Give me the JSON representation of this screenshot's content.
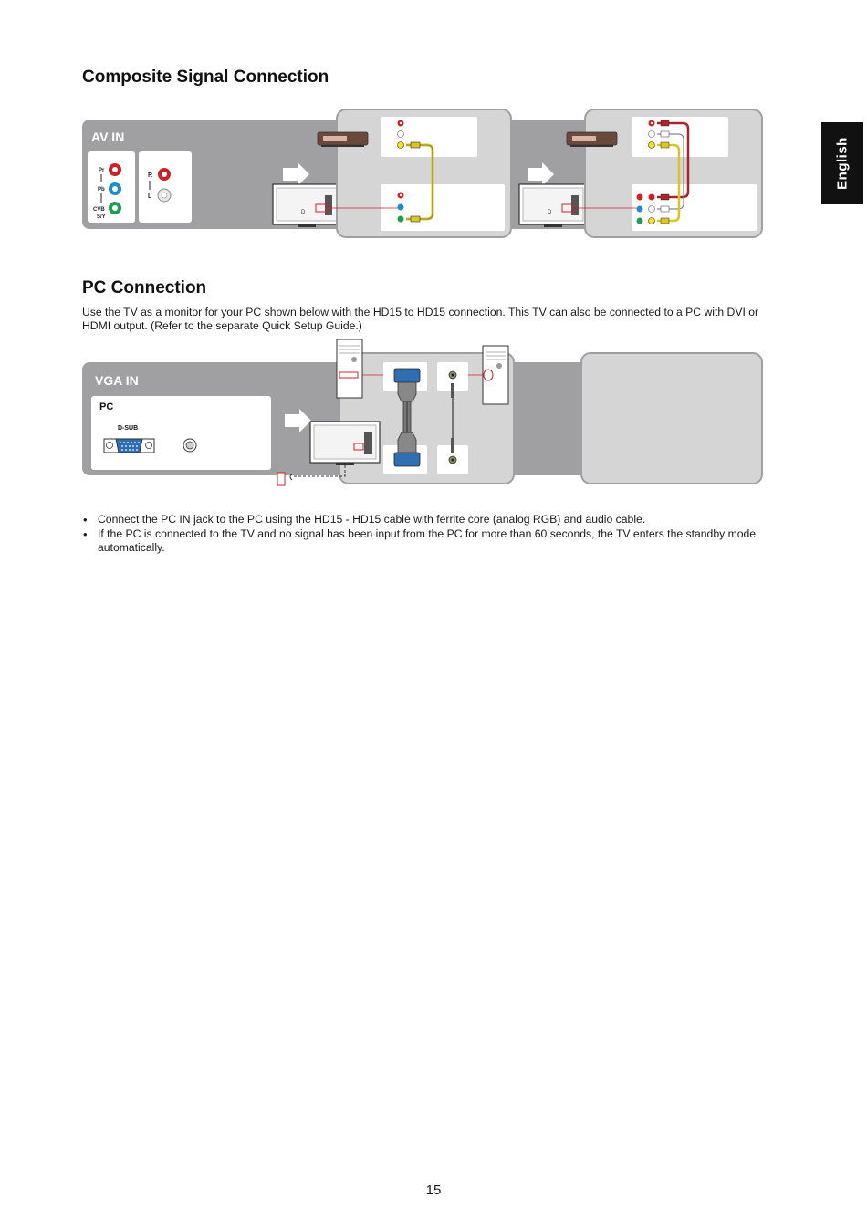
{
  "side_tab": {
    "label": "English"
  },
  "composite": {
    "title": "Composite Signal Connection",
    "panel_label": "AV IN",
    "jack_labels": {
      "pr": "Pr",
      "pb": "Pb",
      "cvbs": "CVB",
      "sy": "S/Y",
      "r": "R",
      "l": "L"
    },
    "tv_mark": "D"
  },
  "pc": {
    "title": "PC Connection",
    "intro": "Use the TV as a monitor for your PC shown below with the HD15 to HD15 connection. This TV can also be connected to a PC with DVI or HDMI output. (Refer to the separate Quick Setup Guide.)",
    "panel_label": "VGA IN",
    "box_title": "PC",
    "dsub_label": "D-SUB",
    "bullets": [
      "Connect the PC IN jack to the PC using the HD15 - HD15 cable with ferrite core (analog RGB) and audio cable.",
      "If the PC is connected to the TV and no signal has been input from the PC for more than 60 seconds, the TV enters the standby mode automatically."
    ]
  },
  "page_number": "15",
  "colors": {
    "panel_gray": "#a09fa1",
    "light_gray": "#d5d5d6",
    "jack_red": "#cf2027",
    "jack_green": "#1e9e52",
    "jack_blue": "#1e8ec9",
    "jack_yellow": "#f3e21c",
    "cable_yellow": "#d8c52a",
    "cable_red": "#a8262b",
    "vga_blue": "#2f6fb1"
  }
}
